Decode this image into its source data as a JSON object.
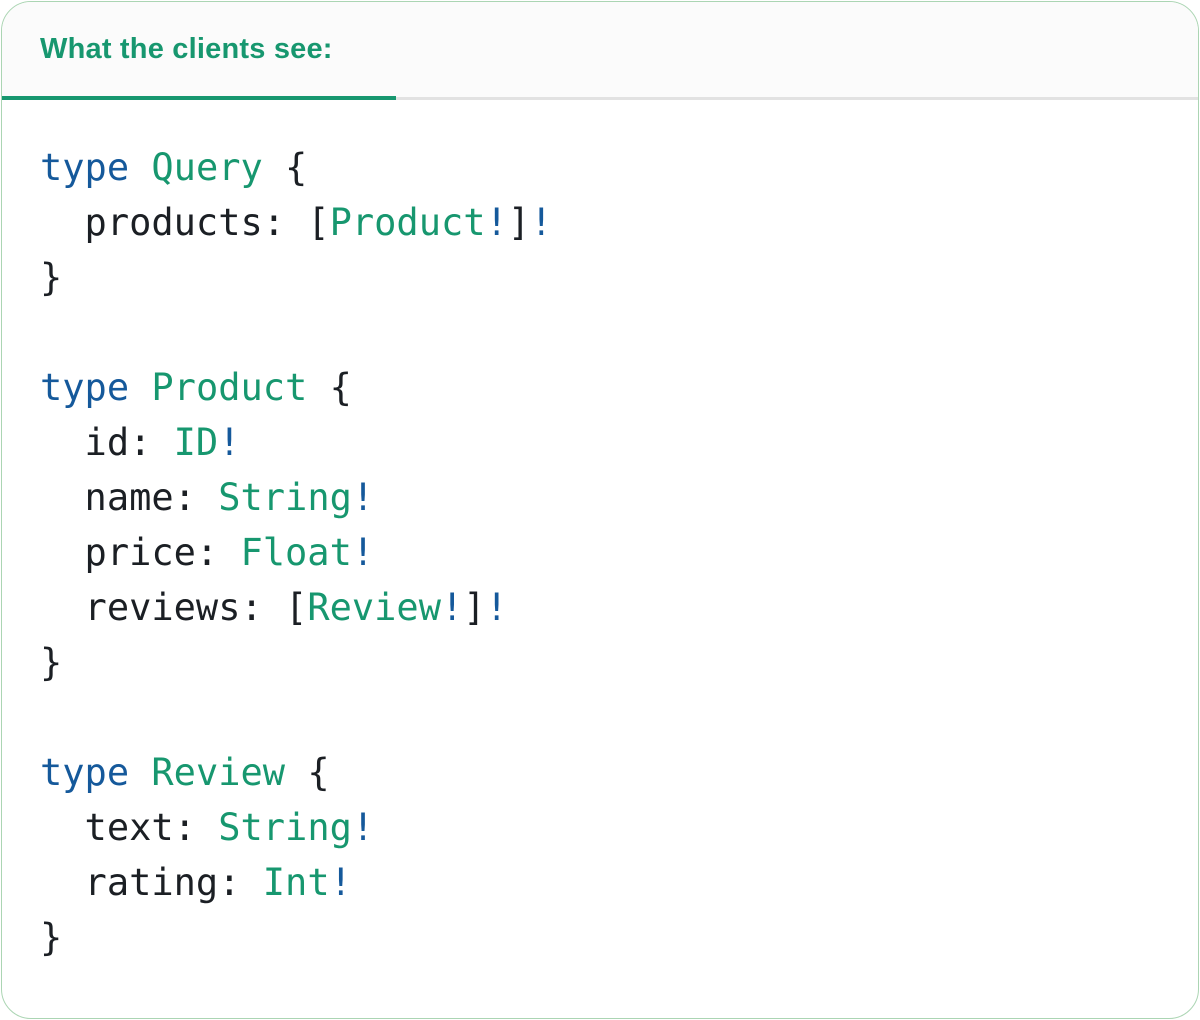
{
  "panel": {
    "tab_label": "What the clients see:"
  },
  "colors": {
    "accent_green": "#17976f",
    "keyword_blue": "#15599b",
    "code_text": "#1b1f24",
    "tab_bg": "#fbfbfb",
    "divider_gray": "#e2e2e2",
    "card_border": "#abd5b3",
    "card_bg": "#ffffff"
  },
  "code": {
    "lines": [
      {
        "tokens": [
          {
            "t": "type",
            "c": "keyword"
          },
          {
            "t": " ",
            "c": "plain"
          },
          {
            "t": "Query",
            "c": "typename"
          },
          {
            "t": " {",
            "c": "plain"
          }
        ]
      },
      {
        "tokens": [
          {
            "t": "  products: [",
            "c": "plain"
          },
          {
            "t": "Product",
            "c": "typename"
          },
          {
            "t": "!",
            "c": "keyword"
          },
          {
            "t": "]",
            "c": "plain"
          },
          {
            "t": "!",
            "c": "keyword"
          }
        ]
      },
      {
        "tokens": [
          {
            "t": "}",
            "c": "plain"
          }
        ]
      },
      {
        "tokens": []
      },
      {
        "tokens": [
          {
            "t": "type",
            "c": "keyword"
          },
          {
            "t": " ",
            "c": "plain"
          },
          {
            "t": "Product",
            "c": "typename"
          },
          {
            "t": " {",
            "c": "plain"
          }
        ]
      },
      {
        "tokens": [
          {
            "t": "  id: ",
            "c": "plain"
          },
          {
            "t": "ID",
            "c": "typename"
          },
          {
            "t": "!",
            "c": "keyword"
          }
        ]
      },
      {
        "tokens": [
          {
            "t": "  name: ",
            "c": "plain"
          },
          {
            "t": "String",
            "c": "typename"
          },
          {
            "t": "!",
            "c": "keyword"
          }
        ]
      },
      {
        "tokens": [
          {
            "t": "  price: ",
            "c": "plain"
          },
          {
            "t": "Float",
            "c": "typename"
          },
          {
            "t": "!",
            "c": "keyword"
          }
        ]
      },
      {
        "tokens": [
          {
            "t": "  reviews: [",
            "c": "plain"
          },
          {
            "t": "Review",
            "c": "typename"
          },
          {
            "t": "!",
            "c": "keyword"
          },
          {
            "t": "]",
            "c": "plain"
          },
          {
            "t": "!",
            "c": "keyword"
          }
        ]
      },
      {
        "tokens": [
          {
            "t": "}",
            "c": "plain"
          }
        ]
      },
      {
        "tokens": []
      },
      {
        "tokens": [
          {
            "t": "type",
            "c": "keyword"
          },
          {
            "t": " ",
            "c": "plain"
          },
          {
            "t": "Review",
            "c": "typename"
          },
          {
            "t": " {",
            "c": "plain"
          }
        ]
      },
      {
        "tokens": [
          {
            "t": "  text: ",
            "c": "plain"
          },
          {
            "t": "String",
            "c": "typename"
          },
          {
            "t": "!",
            "c": "keyword"
          }
        ]
      },
      {
        "tokens": [
          {
            "t": "  rating: ",
            "c": "plain"
          },
          {
            "t": "Int",
            "c": "typename"
          },
          {
            "t": "!",
            "c": "keyword"
          }
        ]
      },
      {
        "tokens": [
          {
            "t": "}",
            "c": "plain"
          }
        ]
      }
    ]
  }
}
